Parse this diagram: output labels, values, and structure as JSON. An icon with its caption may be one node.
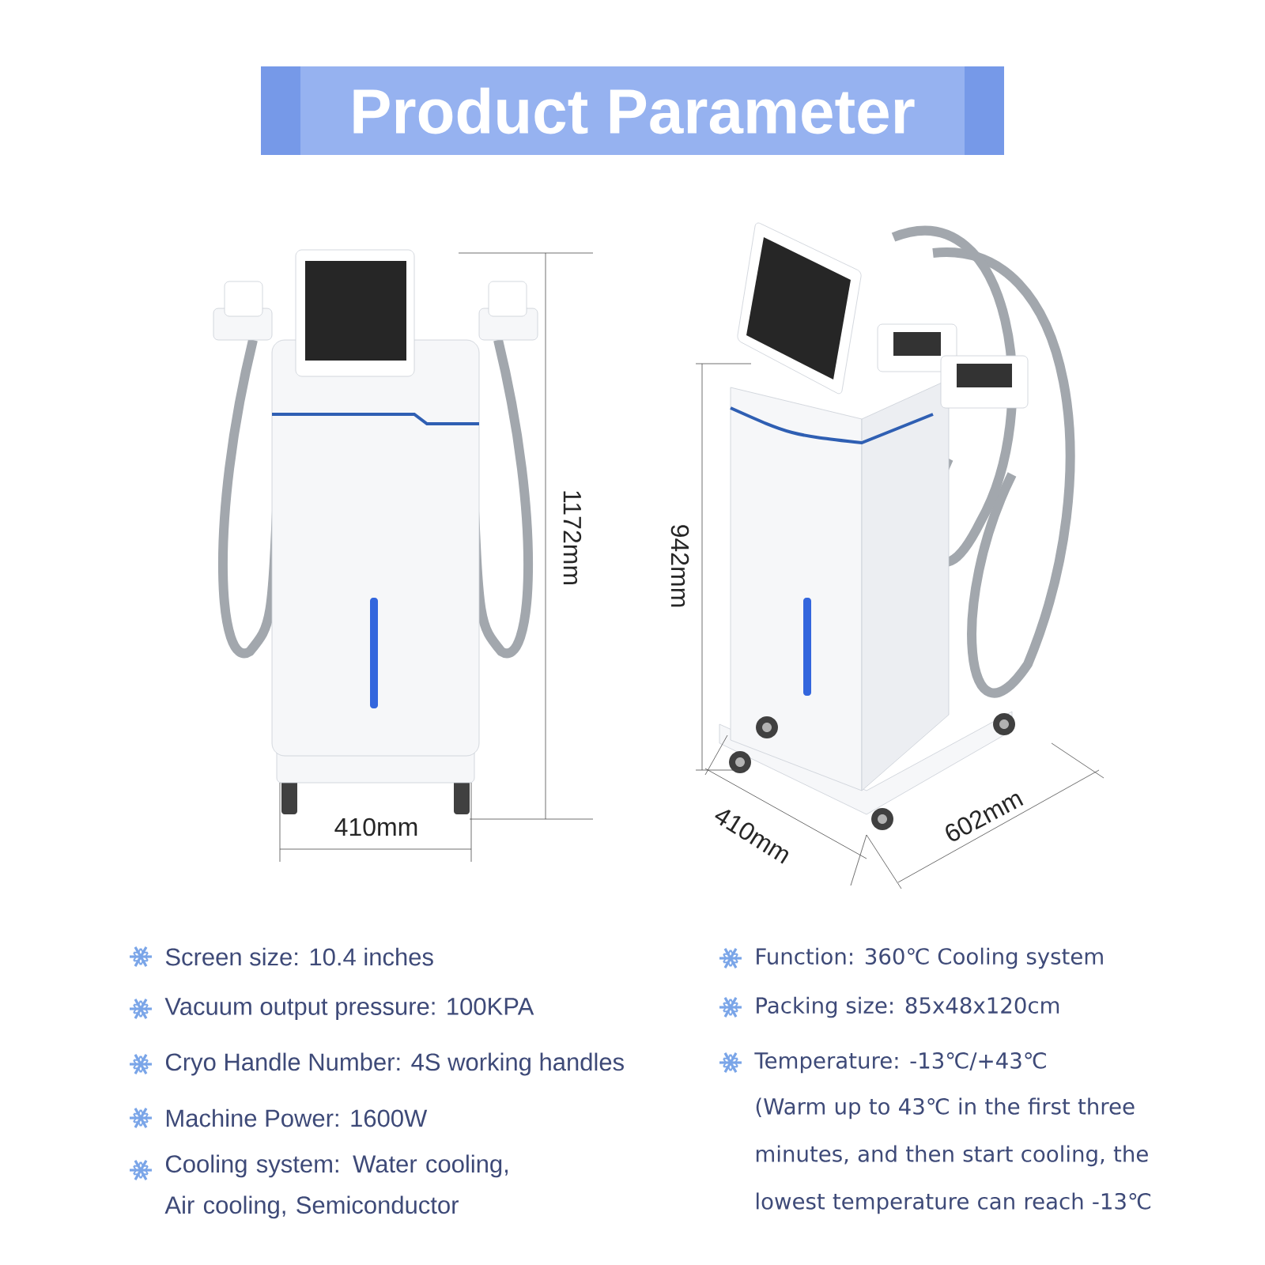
{
  "diagram": {
    "title": "Product Parameter",
    "labels": [
      "1172mm",
      "410mm",
      "942mm",
      "410mm",
      "602mm",
      "Screen size: 10.4 inches",
      "Vacuum output pressure: 100KPA",
      "Cryo Handle Number: 4S working handles",
      "Machine Power: 1600W",
      "Cooling system: Water cooling, Air cooling, Semiconductor",
      "Function: 360℃ Cooling system",
      "Packing size: 85x48x120cm",
      "Temperature: -13℃/+43℃",
      "(Warm up to 43℃ in the first three minutes, and then start cooling, the lowest temperature can reach -13℃"
    ]
  }
}
